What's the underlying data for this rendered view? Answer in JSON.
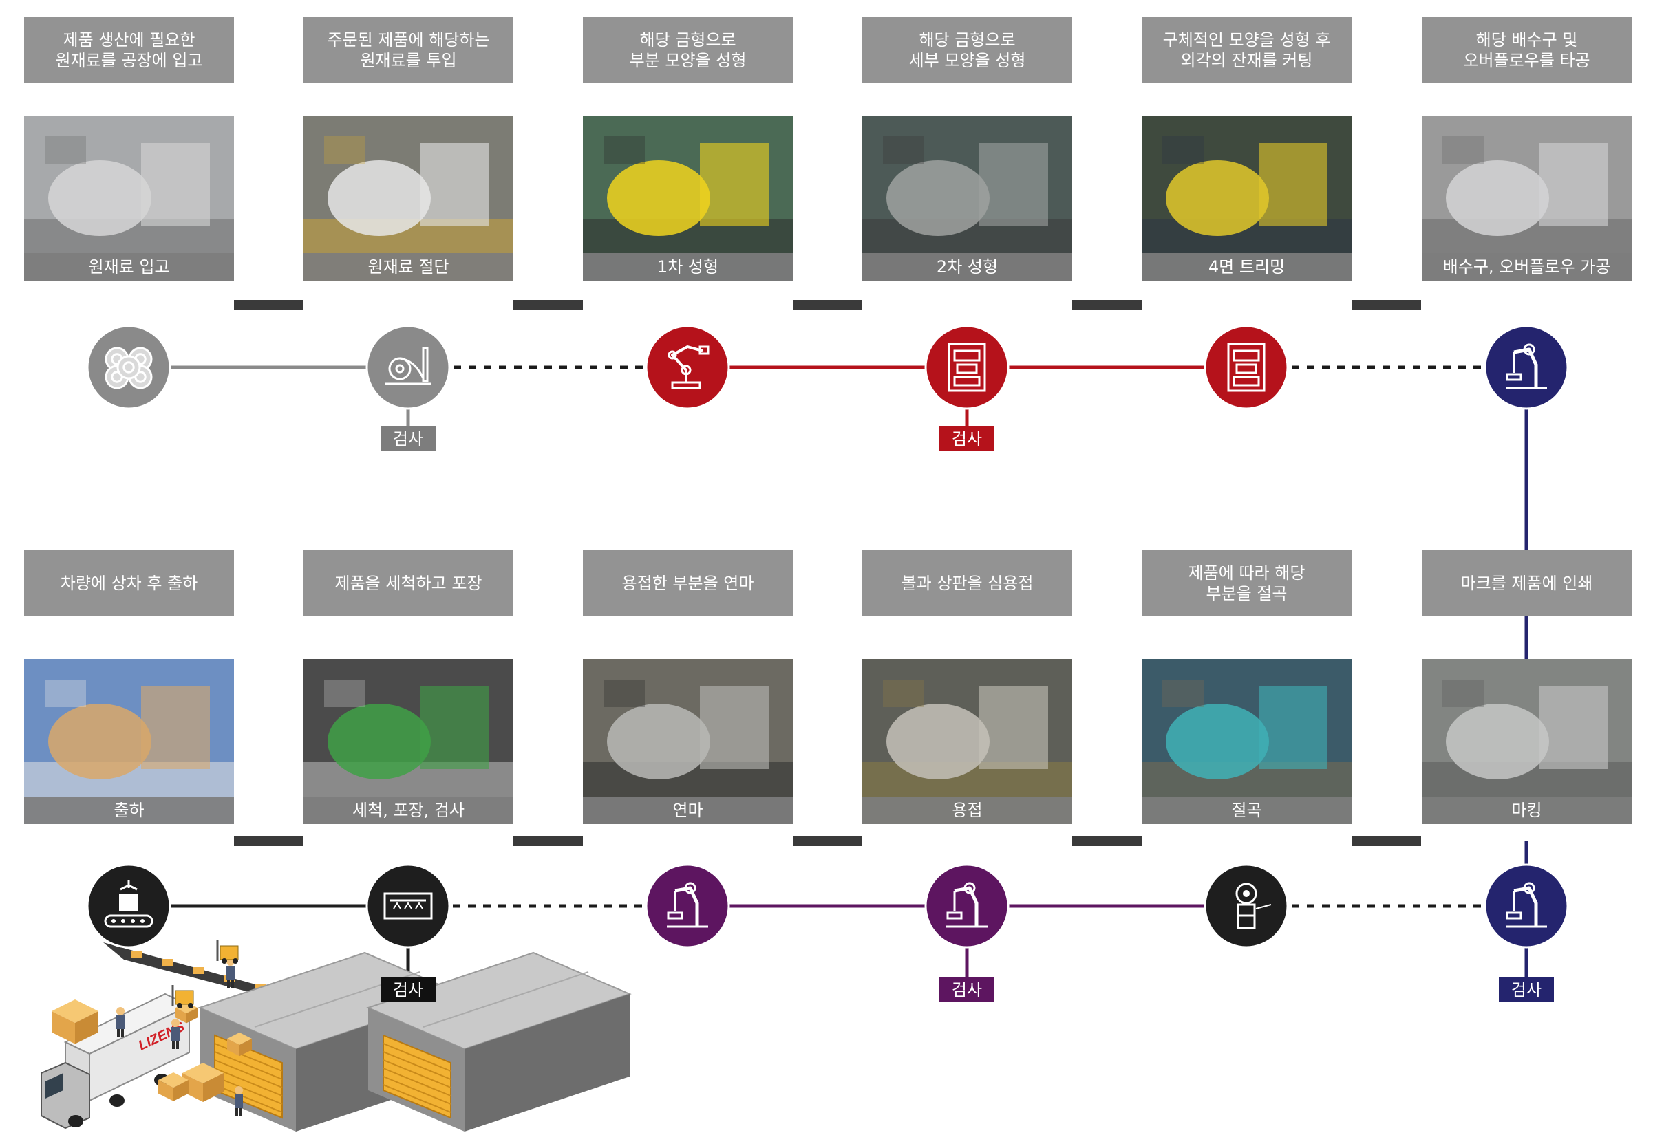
{
  "colors": {
    "grey": "#8a8a8a",
    "dark": "#1e1e1e",
    "red": "#b5121b",
    "navy": "#24246e",
    "purple": "#5d1560",
    "desc_bg": "#939393"
  },
  "top_row": [
    {
      "desc": "제품 생산에 필요한\n원재료를 공장에 입고",
      "caption": "원재료 입고",
      "icon": "coil-rolls-icon"
    },
    {
      "desc": "주문된 제품에 해당하는\n원재료를 투입",
      "caption": "원재료 절단",
      "icon": "cutting-machine-icon"
    },
    {
      "desc": "해당 금형으로\n부분 모양을 성형",
      "caption": "1차 성형",
      "icon": "robot-arm-icon"
    },
    {
      "desc": "해당 금형으로\n세부 모양을 성형",
      "caption": "2차 성형",
      "icon": "press-machine-icon"
    },
    {
      "desc": "구체적인 모양을 성형 후\n외각의 잔재를 커팅",
      "caption": "4면 트리밍",
      "icon": "press-machine-icon"
    },
    {
      "desc": "해당 배수구 및\n오버플로우를 타공",
      "caption": "배수구, 오버플로우 가공",
      "icon": "drill-robot-icon"
    }
  ],
  "bottom_row": [
    {
      "desc": "차량에 상차 후 출하",
      "caption": "출하",
      "icon": "conveyor-box-icon"
    },
    {
      "desc": "제품을 세척하고 포장",
      "caption": "세척, 포장, 검사",
      "icon": "washing-tunnel-icon"
    },
    {
      "desc": "용접한 부분을 연마",
      "caption": "연마",
      "icon": "polishing-robot-icon"
    },
    {
      "desc": "볼과 상판을 심용접",
      "caption": "용접",
      "icon": "welding-robot-icon"
    },
    {
      "desc": "제품에 따라 해당\n부분을 절곡",
      "caption": "절곡",
      "icon": "bending-machine-icon"
    },
    {
      "desc": "마크를 제품에 인쇄",
      "caption": "마킹",
      "icon": "marking-robot-icon"
    }
  ],
  "inspection_label": "검사",
  "brand_on_truck": "LIZENS"
}
